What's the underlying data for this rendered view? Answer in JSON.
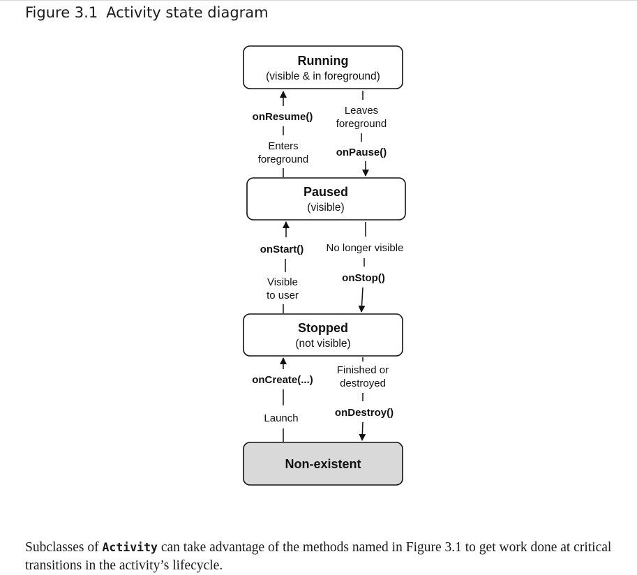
{
  "figure": {
    "number": "Figure 3.1",
    "title": "Activity state diagram"
  },
  "states": {
    "running": {
      "name": "Running",
      "desc": "(visible & in foreground)"
    },
    "paused": {
      "name": "Paused",
      "desc": "(visible)"
    },
    "stopped": {
      "name": "Stopped",
      "desc": "(not visible)"
    },
    "nonexistent": {
      "name": "Non-existent"
    }
  },
  "transitions": {
    "on_resume": {
      "method": "onResume()",
      "note_line1": "Enters",
      "note_line2": "foreground"
    },
    "on_pause": {
      "method": "onPause()",
      "note_line1": "Leaves",
      "note_line2": "foreground"
    },
    "on_start": {
      "method": "onStart()",
      "note_line1": "Visible",
      "note_line2": "to user"
    },
    "on_stop": {
      "method": "onStop()",
      "note": "No longer visible"
    },
    "on_create": {
      "method": "onCreate(...)",
      "note": "Launch"
    },
    "on_destroy": {
      "method": "onDestroy()",
      "note_line1": "Finished or",
      "note_line2": "destroyed"
    }
  },
  "colors": {
    "nonexistent_fill": "#d9d9d9",
    "box_stroke": "#111111"
  },
  "caption": {
    "before": "Subclasses of ",
    "code": "Activity",
    "after": " can take advantage of the methods named in Figure 3.1 to get work done at critical transitions in the activity’s lifecycle."
  }
}
